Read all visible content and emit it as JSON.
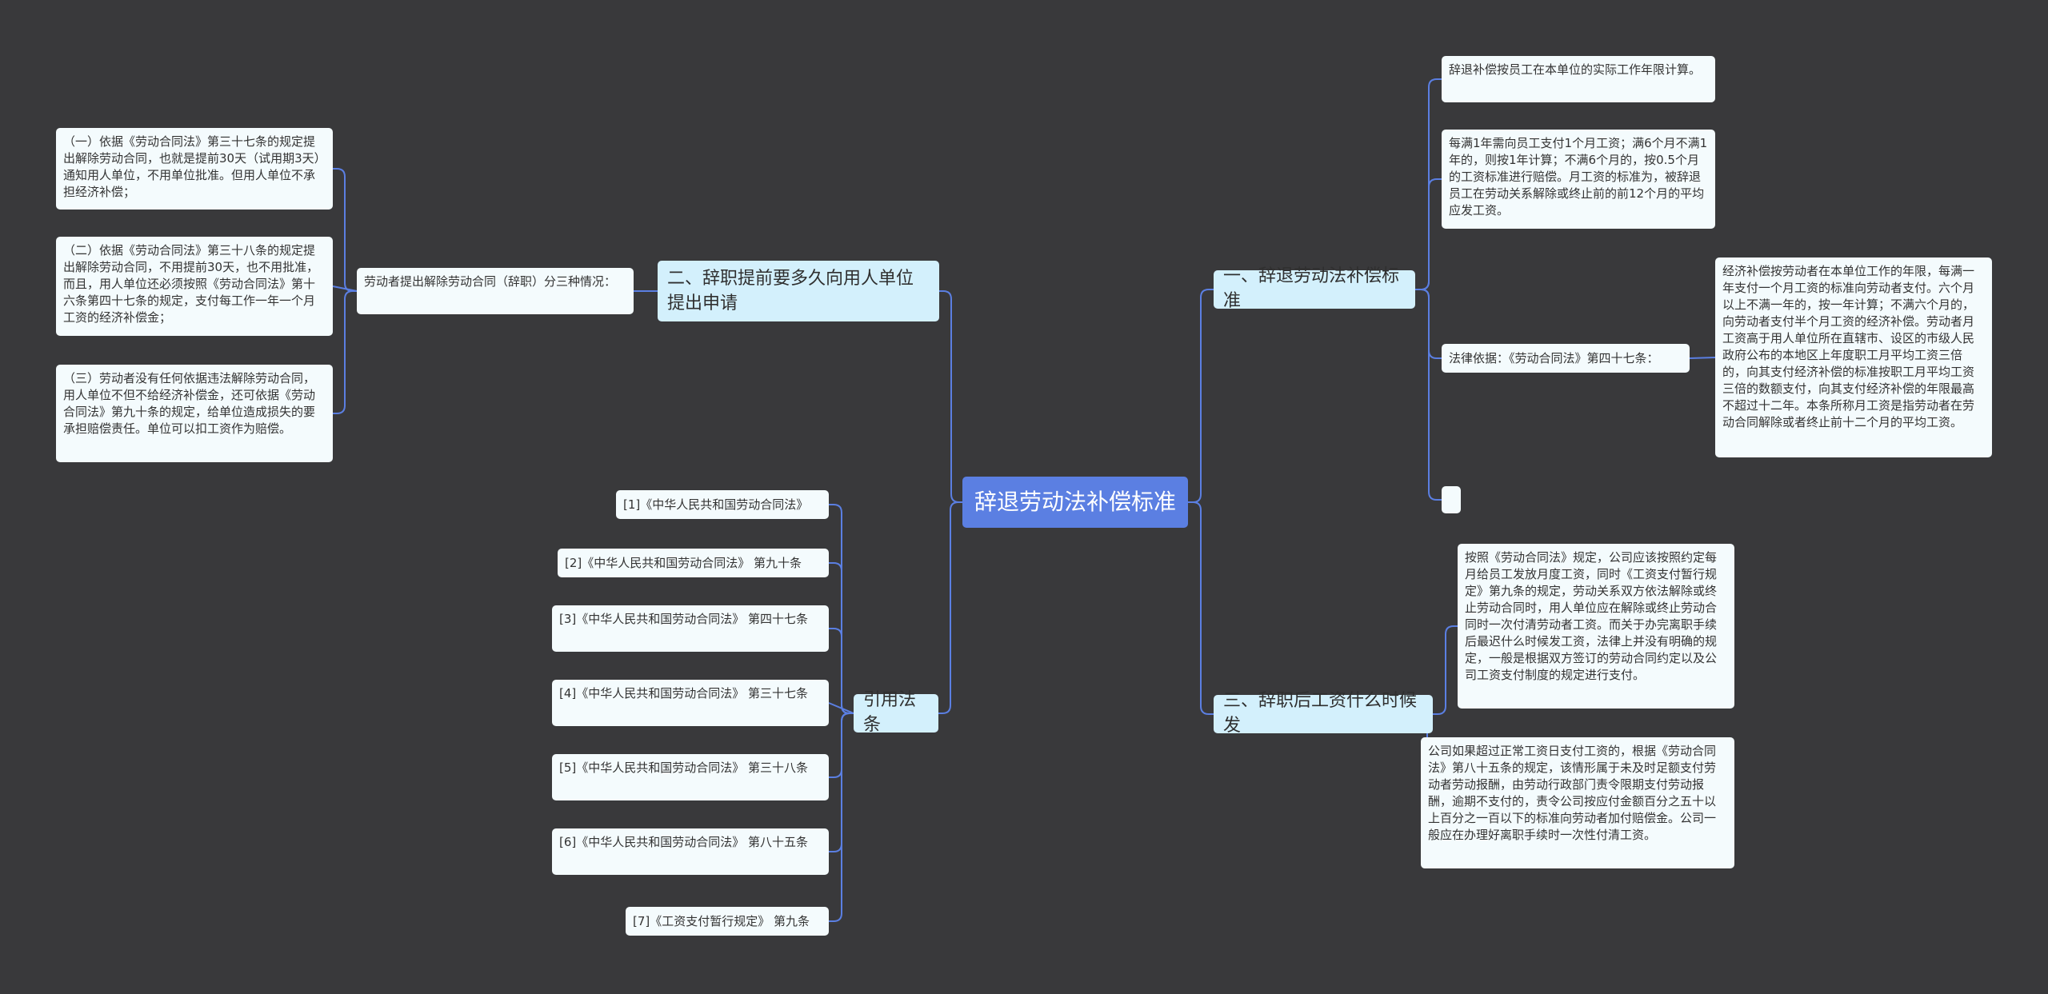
{
  "colors": {
    "background": "#39393b",
    "link": "#5b7fe2",
    "root": "#5b7fe2",
    "branch": "#d3f0fc",
    "leaf": "#f4fbfd"
  },
  "root": {
    "label": "辞退劳动法补偿标准"
  },
  "branch1": {
    "label": "一、辞退劳动法补偿标准",
    "items": [
      "辞退补偿按员工在本单位的实际工作年限计算。",
      "每满1年需向员工支付1个月工资；满6个月不满1年的，则按1年计算；不满6个月的，按0.5个月的工资标准进行赔偿。月工资的标准为，被辞退员工在劳动关系解除或终止前的前12个月的平均应发工资。",
      "法律依据：《劳动合同法》第四十七条：",
      ""
    ],
    "law_detail": "经济补偿按劳动者在本单位工作的年限，每满一年支付一个月工资的标准向劳动者支付。六个月以上不满一年的，按一年计算；不满六个月的，向劳动者支付半个月工资的经济补偿。劳动者月工资高于用人单位所在直辖市、设区的市级人民政府公布的本地区上年度职工月平均工资三倍的，向其支付经济补偿的标准按职工月平均工资三倍的数额支付，向其支付经济补偿的年限最高不超过十二年。本条所称月工资是指劳动者在劳动合同解除或者终止前十二个月的平均工资。"
  },
  "branch2": {
    "label": "二、辞职提前要多久向用人单位提出申请",
    "sub": "劳动者提出解除劳动合同（辞职）分三种情况：",
    "items": [
      "（一）依据《劳动合同法》第三十七条的规定提出解除劳动合同，也就是提前30天（试用期3天）通知用人单位，不用单位批准。但用人单位不承担经济补偿；",
      "（二）依据《劳动合同法》第三十八条的规定提出解除劳动合同，不用提前30天，也不用批准，而且，用人单位还必须按照《劳动合同法》第十六条第四十七条的规定，支付每工作一年一个月工资的经济补偿金；",
      "（三）劳动者没有任何依据违法解除劳动合同，用人单位不但不给经济补偿金，还可依据《劳动合同法》第九十条的规定，给单位造成损失的要承担赔偿责任。单位可以扣工资作为赔偿。"
    ]
  },
  "branch3": {
    "label": "三、辞职后工资什么时候发",
    "items": [
      "按照《劳动合同法》规定，公司应该按照约定每月给员工发放月度工资，同时《工资支付暂行规定》第九条的规定，劳动关系双方依法解除或终止劳动合同时，用人单位应在解除或终止劳动合同时一次付清劳动者工资。而关于办完离职手续后最迟什么时候发工资，法律上并没有明确的规定，一般是根据双方签订的劳动合同约定以及公司工资支付制度的规定进行支付。",
      "公司如果超过正常工资日支付工资的，根据《劳动合同法》第八十五条的规定，该情形属于未及时足额支付劳动者劳动报酬，由劳动行政部门责令限期支付劳动报酬，逾期不支付的，责令公司按应付金额百分之五十以上百分之一百以下的标准向劳动者加付赔偿金。公司一般应在办理好离职手续时一次性付清工资。"
    ]
  },
  "branch4": {
    "label": "引用法条",
    "items": [
      "[1]《中华人民共和国劳动合同法》",
      "[2]《中华人民共和国劳动合同法》 第九十条",
      "[3]《中华人民共和国劳动合同法》 第四十七条",
      "[4]《中华人民共和国劳动合同法》 第三十七条",
      "[5]《中华人民共和国劳动合同法》 第三十八条",
      "[6]《中华人民共和国劳动合同法》 第八十五条",
      "[7]《工资支付暂行规定》 第九条"
    ]
  }
}
